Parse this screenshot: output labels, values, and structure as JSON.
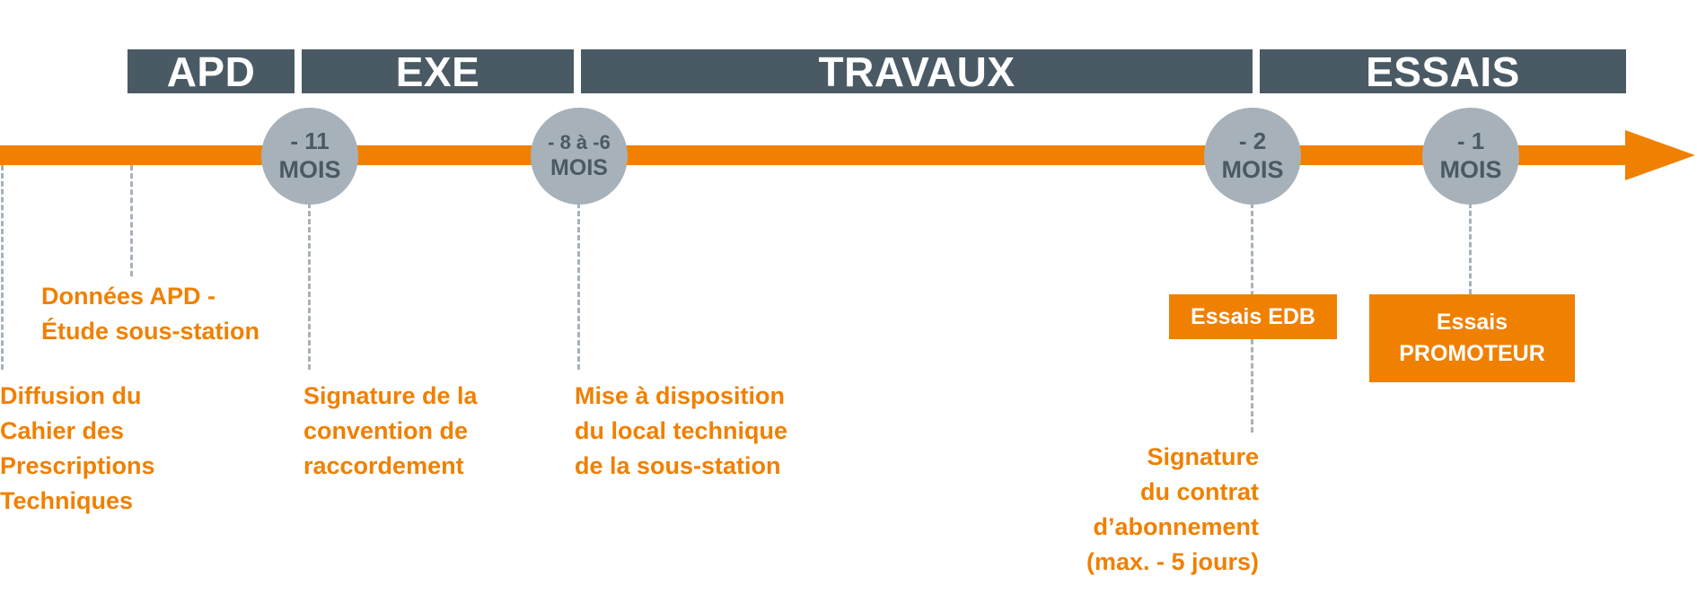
{
  "phases": {
    "apd": "APD",
    "exe": "EXE",
    "travaux": "TRAVAUX",
    "essais": "ESSAIS"
  },
  "milestones": {
    "m11": {
      "top": "- 11",
      "bottom": "MOIS"
    },
    "m8_6": {
      "top": "- 8 à -6",
      "bottom": "MOIS"
    },
    "m2": {
      "top": "- 2",
      "bottom": "MOIS"
    },
    "m1": {
      "top": "- 1",
      "bottom": "MOIS"
    }
  },
  "labels": {
    "donnees_apd": "Données APD -\nÉtude sous-station",
    "diffusion": "Diffusion du\nCahier des\nPrescriptions\nTechniques",
    "signature_convention": "Signature de la\nconvention de\nraccordement",
    "mise_a_disposition": "Mise à disposition\ndu local technique\nde la sous-station",
    "signature_contrat": "Signature\ndu contrat\nd’abonnement\n(max. - 5 jours)"
  },
  "boxes": {
    "essais_edb": "Essais EDB",
    "essais_promoteur": "Essais\nPROMOTEUR"
  },
  "colors": {
    "accent": "#f08000",
    "phase_bar": "#4a5a64",
    "milestone": "#a7b1b9",
    "dash": "#a7b1b9"
  }
}
